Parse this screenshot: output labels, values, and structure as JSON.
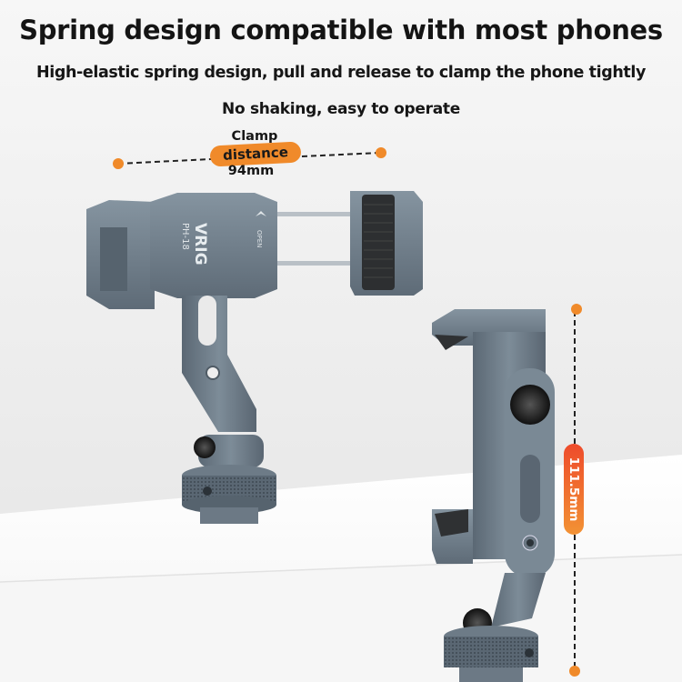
{
  "headline": {
    "title": "Spring design compatible with most phones",
    "subtitle": "High-elastic spring design, pull and release to clamp the phone tightly",
    "subtitle2": "No shaking, easy to operate"
  },
  "annotations": {
    "clamp_distance": {
      "line1": "Clamp",
      "line2": "distance",
      "line3": "94mm"
    },
    "height": {
      "label": "111.5mm"
    }
  },
  "product": {
    "brand": "VRIG",
    "model": "PH-18",
    "open_marker": "OPEN"
  },
  "colors": {
    "accent_orange": "#f08a2a",
    "accent_red": "#ee4b2b",
    "metal": "#6f7f8c",
    "metal_light": "#8796a2",
    "metal_dark": "#4e5b66",
    "background": "#f1f1f1"
  }
}
